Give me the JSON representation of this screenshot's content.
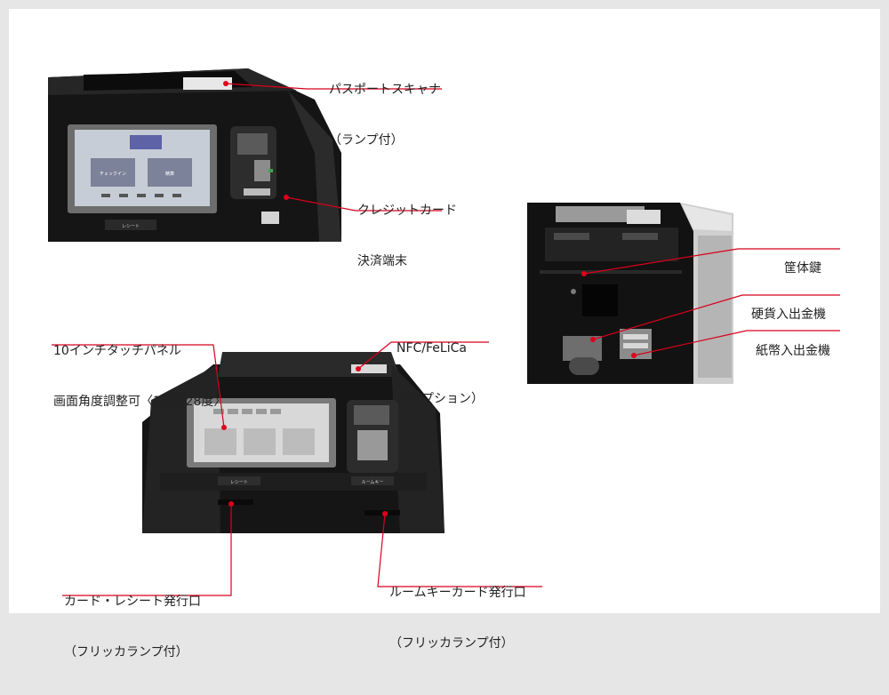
{
  "colors": {
    "leader": "#d8001c",
    "dot": "#e0001a",
    "text": "#222222"
  },
  "screen_mockups": {
    "top": {
      "checkin_button": "チェックイン",
      "checkout_button": "精算"
    },
    "receipt_slot": "レシート",
    "room_key_slot": "ルームキー"
  },
  "callouts": [
    {
      "id": "passport-scanner",
      "lines": [
        "パスポートスキャナ",
        "（ランプ付）"
      ]
    },
    {
      "id": "credit-card-terminal",
      "lines": [
        "クレジットカード",
        "決済端末"
      ]
    },
    {
      "id": "cabinet-key",
      "lines": [
        "筐体鍵"
      ]
    },
    {
      "id": "coin-machine",
      "lines": [
        "硬貨入出金機"
      ]
    },
    {
      "id": "bill-machine",
      "lines": [
        "紙幣入出金機"
      ]
    },
    {
      "id": "touch-panel",
      "lines": [
        "10インチタッチパネル",
        "画面角度調整可〈18度/28度〉"
      ]
    },
    {
      "id": "nfc-felica",
      "lines": [
        "NFC/FeLiCa",
        "（オプション）"
      ]
    },
    {
      "id": "card-receipt-outlet",
      "lines": [
        "カード・レシート発行口",
        "（フリッカランプ付）"
      ]
    },
    {
      "id": "room-key-outlet",
      "lines": [
        "ルームキーカード発行口",
        "（フリッカランプ付）"
      ]
    }
  ]
}
